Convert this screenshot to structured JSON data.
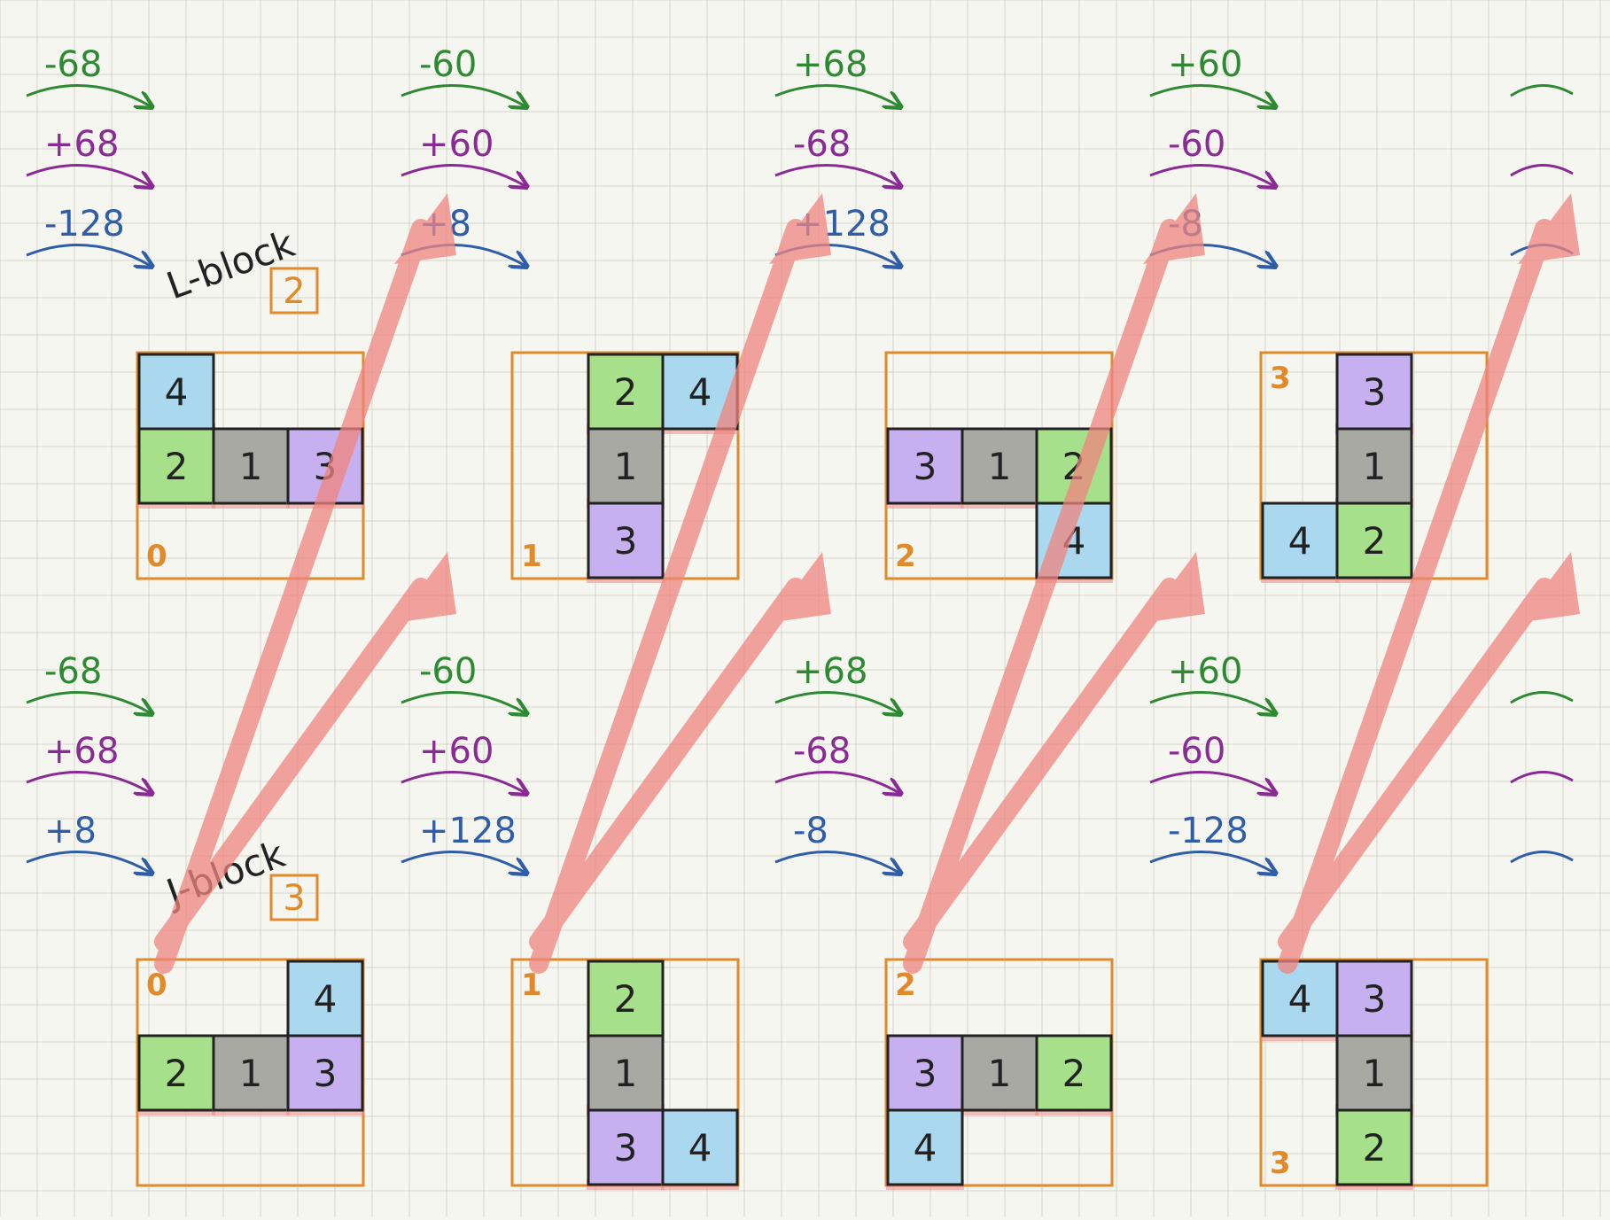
{
  "colors": {
    "grid": "#d4d4cc",
    "frame": "#e08a2a",
    "shadow": "#f08a86",
    "arrow_red": "#f08580",
    "green": "#2e8a32",
    "purple": "#8a2a94",
    "blue": "#2f5da8",
    "ink": "#222222",
    "cell_green": "#a7e08a",
    "cell_gray": "#a9a9a4",
    "cell_purple": "#c7b0ef",
    "cell_blue": "#a9d8ef"
  },
  "pieces": [
    {
      "name": "L-block",
      "id": "2",
      "rotations": [
        {
          "label": "0",
          "label_pos": "bottom-left",
          "cells": [
            {
              "col": 0,
              "row": 0,
              "color": "blue",
              "num": "4"
            },
            {
              "col": 0,
              "row": 1,
              "color": "green",
              "num": "2"
            },
            {
              "col": 1,
              "row": 1,
              "color": "gray",
              "num": "1"
            },
            {
              "col": 2,
              "row": 1,
              "color": "purple",
              "num": "3"
            }
          ],
          "arrows": [
            {
              "text": "-68",
              "color": "green"
            },
            {
              "text": "+68",
              "color": "purple"
            },
            {
              "text": "-128",
              "color": "blue"
            }
          ]
        },
        {
          "label": "1",
          "label_pos": "bottom-left",
          "cells": [
            {
              "col": 1,
              "row": 0,
              "color": "green",
              "num": "2"
            },
            {
              "col": 2,
              "row": 0,
              "color": "blue",
              "num": "4"
            },
            {
              "col": 1,
              "row": 1,
              "color": "gray",
              "num": "1"
            },
            {
              "col": 1,
              "row": 2,
              "color": "purple",
              "num": "3"
            }
          ],
          "arrows": [
            {
              "text": "-60",
              "color": "green"
            },
            {
              "text": "+60",
              "color": "purple"
            },
            {
              "text": "+8",
              "color": "blue"
            }
          ]
        },
        {
          "label": "2",
          "label_pos": "bottom-left",
          "cells": [
            {
              "col": 0,
              "row": 1,
              "color": "purple",
              "num": "3"
            },
            {
              "col": 1,
              "row": 1,
              "color": "gray",
              "num": "1"
            },
            {
              "col": 2,
              "row": 1,
              "color": "green",
              "num": "2"
            },
            {
              "col": 2,
              "row": 2,
              "color": "blue",
              "num": "4"
            }
          ],
          "arrows": [
            {
              "text": "+68",
              "color": "green"
            },
            {
              "text": "-68",
              "color": "purple"
            },
            {
              "text": "+128",
              "color": "blue"
            }
          ]
        },
        {
          "label": "3",
          "label_pos": "top-left",
          "cells": [
            {
              "col": 1,
              "row": 0,
              "color": "purple",
              "num": "3"
            },
            {
              "col": 1,
              "row": 1,
              "color": "gray",
              "num": "1"
            },
            {
              "col": 0,
              "row": 2,
              "color": "blue",
              "num": "4"
            },
            {
              "col": 1,
              "row": 2,
              "color": "green",
              "num": "2"
            }
          ],
          "arrows": [
            {
              "text": "+60",
              "color": "green"
            },
            {
              "text": "-60",
              "color": "purple"
            },
            {
              "text": "-8",
              "color": "blue"
            }
          ]
        }
      ]
    },
    {
      "name": "J-block",
      "id": "3",
      "rotations": [
        {
          "label": "0",
          "label_pos": "top-left",
          "cells": [
            {
              "col": 2,
              "row": 0,
              "color": "blue",
              "num": "4"
            },
            {
              "col": 0,
              "row": 1,
              "color": "green",
              "num": "2"
            },
            {
              "col": 1,
              "row": 1,
              "color": "gray",
              "num": "1"
            },
            {
              "col": 2,
              "row": 1,
              "color": "purple",
              "num": "3"
            }
          ],
          "arrows": [
            {
              "text": "-68",
              "color": "green"
            },
            {
              "text": "+68",
              "color": "purple"
            },
            {
              "text": "+8",
              "color": "blue"
            }
          ]
        },
        {
          "label": "1",
          "label_pos": "top-left",
          "cells": [
            {
              "col": 1,
              "row": 0,
              "color": "green",
              "num": "2"
            },
            {
              "col": 1,
              "row": 1,
              "color": "gray",
              "num": "1"
            },
            {
              "col": 1,
              "row": 2,
              "color": "purple",
              "num": "3"
            },
            {
              "col": 2,
              "row": 2,
              "color": "blue",
              "num": "4"
            }
          ],
          "arrows": [
            {
              "text": "-60",
              "color": "green"
            },
            {
              "text": "+60",
              "color": "purple"
            },
            {
              "text": "+128",
              "color": "blue"
            }
          ]
        },
        {
          "label": "2",
          "label_pos": "top-left",
          "cells": [
            {
              "col": 0,
              "row": 1,
              "color": "purple",
              "num": "3"
            },
            {
              "col": 1,
              "row": 1,
              "color": "gray",
              "num": "1"
            },
            {
              "col": 2,
              "row": 1,
              "color": "green",
              "num": "2"
            },
            {
              "col": 0,
              "row": 2,
              "color": "blue",
              "num": "4"
            }
          ],
          "arrows": [
            {
              "text": "+68",
              "color": "green"
            },
            {
              "text": "-68",
              "color": "purple"
            },
            {
              "text": "-8",
              "color": "blue"
            }
          ]
        },
        {
          "label": "3",
          "label_pos": "bottom-left",
          "cells": [
            {
              "col": 0,
              "row": 0,
              "color": "blue",
              "num": "4"
            },
            {
              "col": 1,
              "row": 0,
              "color": "purple",
              "num": "3"
            },
            {
              "col": 1,
              "row": 1,
              "color": "gray",
              "num": "1"
            },
            {
              "col": 1,
              "row": 2,
              "color": "green",
              "num": "2"
            }
          ],
          "arrows": [
            {
              "text": "+60",
              "color": "green"
            },
            {
              "text": "-60",
              "color": "purple"
            },
            {
              "text": "-128",
              "color": "blue"
            }
          ]
        }
      ]
    }
  ]
}
